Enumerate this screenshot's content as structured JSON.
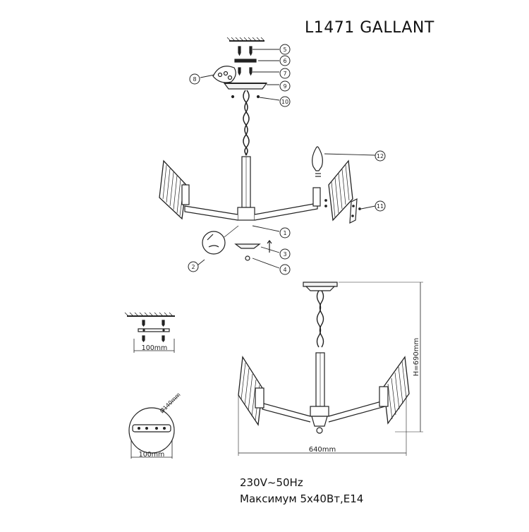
{
  "title": "L1471 GALLANT",
  "callouts": [
    "1",
    "2",
    "3",
    "4",
    "5",
    "6",
    "7",
    "8",
    "9",
    "10",
    "11",
    "12"
  ],
  "dimensions": {
    "height": "H=690mm",
    "width": "640mm",
    "bracket_width": "100mm",
    "canopy_bracket_width": "100mm",
    "canopy_diameter": "Ø140mm"
  },
  "specs": {
    "voltage": "230V~50Hz",
    "max_power": "Максимум 5x40Вт,E14"
  }
}
